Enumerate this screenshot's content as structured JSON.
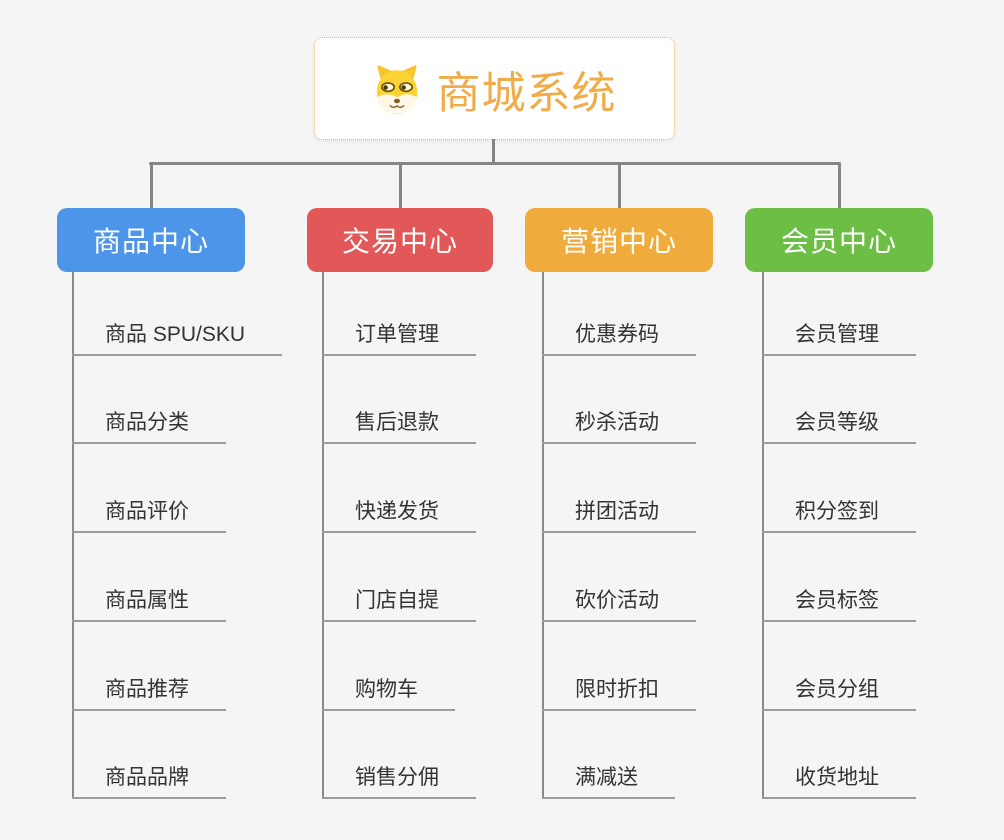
{
  "root": {
    "title": "商城系统",
    "icon": "doge-icon",
    "title_color": "#f0ac48",
    "border_color": "#f2b04f"
  },
  "connector_color": "#858585",
  "background_color": "#f5f5f6",
  "branches": [
    {
      "label": "商品中心",
      "color": "#4d95e9",
      "children": [
        "商品 SPU/SKU",
        "商品分类",
        "商品评价",
        "商品属性",
        "商品推荐",
        "商品品牌"
      ]
    },
    {
      "label": "交易中心",
      "color": "#e25757",
      "children": [
        "订单管理",
        "售后退款",
        "快递发货",
        "门店自提",
        "购物车",
        "销售分佣"
      ]
    },
    {
      "label": "营销中心",
      "color": "#efac3d",
      "children": [
        "优惠券码",
        "秒杀活动",
        "拼团活动",
        "砍价活动",
        "限时折扣",
        "满减送"
      ]
    },
    {
      "label": "会员中心",
      "color": "#6cbf44",
      "children": [
        "会员管理",
        "会员等级",
        "积分签到",
        "会员标签",
        "会员分组",
        "收货地址"
      ]
    }
  ]
}
